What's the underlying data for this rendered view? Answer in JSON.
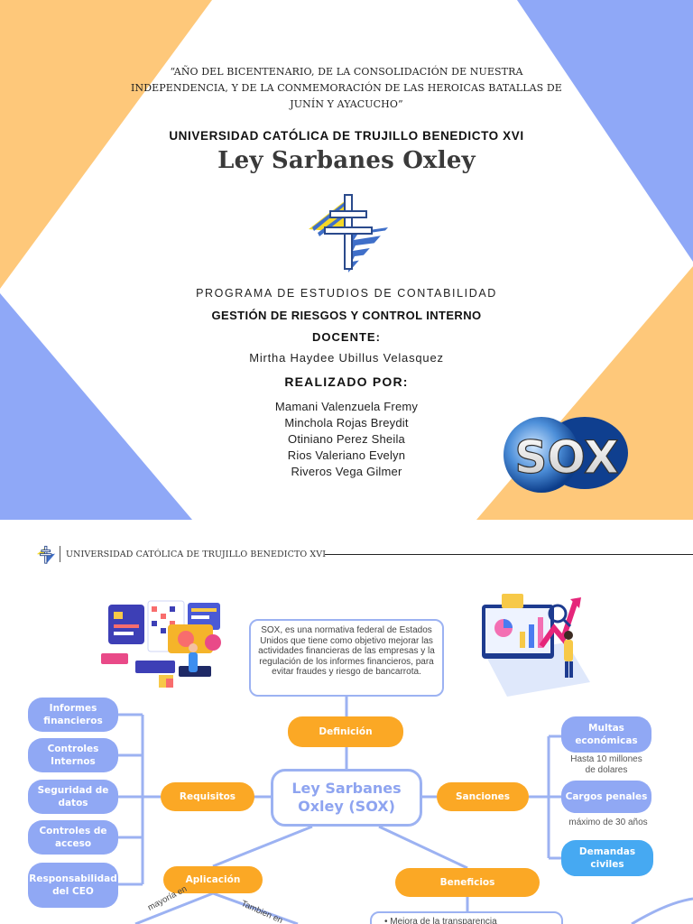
{
  "cover": {
    "motto": [
      "“AÑO DEL BICENTENARIO, DE LA CONSOLIDACIÓN DE NUESTRA",
      "INDEPENDENCIA, Y DE LA CONMEMORACIÓN DE LAS HEROICAS BATALLAS DE",
      "JUNÍN Y AYACUCHO”"
    ],
    "university": "UNIVERSIDAD CATÓLICA DE TRUJILLO BENEDICTO XVI",
    "title": "Ley Sarbanes Oxley",
    "program": "PROGRAMA DE ESTUDIOS DE CONTABILIDAD",
    "course": "GESTIÓN DE RIESGOS Y CONTROL INTERNO",
    "teacher_label": "DOCENTE:",
    "teacher_name": "Mirtha Haydee Ubillus Velasquez",
    "authors_label": "REALIZADO POR:",
    "authors": [
      "Mamani Valenzuela Fremy",
      "Minchola Rojas Breydit",
      "Otiniano Perez Sheila",
      "Rios Valeriano Evelyn",
      "Riveros Vega Gilmer"
    ],
    "logo_text": "SOX",
    "colors": {
      "orange": "#fec87a",
      "blue": "#8fa8f7"
    }
  },
  "mindmap": {
    "header": "UNIVERSIDAD CATÓLICA DE TRUJILLO BENEDICTO XVI",
    "definition_text": "SOX, es una normativa federal de Estados Unidos que tiene como objetivo mejorar las actividades financieras de las empresas y la regulación de los informes financieros, para evitar fraudes y riesgo de bancarrota.",
    "center_line1": "Ley Sarbanes",
    "center_line2": "Oxley (SOX)",
    "definition": "Definición",
    "requisitos": "Requisitos",
    "sanciones": "Sanciones",
    "aplicacion": "Aplicación",
    "beneficios": "Beneficios",
    "requirements": [
      "Informes financieros",
      "Controles Internos",
      "Seguridad de datos",
      "Controles de acceso",
      "Responsabilidad del CEO"
    ],
    "sanction_items": {
      "multas": "Multas económicas",
      "multas_note_1": "Hasta 10 millones",
      "multas_note_2": "de dolares",
      "penales": "Cargos penales",
      "penales_note": "máximo de 30 años",
      "demandas": "Demandas civiles"
    },
    "app_note_left": "mayoría en",
    "app_note_right": "Tambien en",
    "benefit_first": "Mejora de la transparencia",
    "colors": {
      "pill_blue": "#90a8f4",
      "pill_orange": "#fba825",
      "pill_sky": "#46a9f2",
      "line": "#9cb2f2"
    }
  }
}
